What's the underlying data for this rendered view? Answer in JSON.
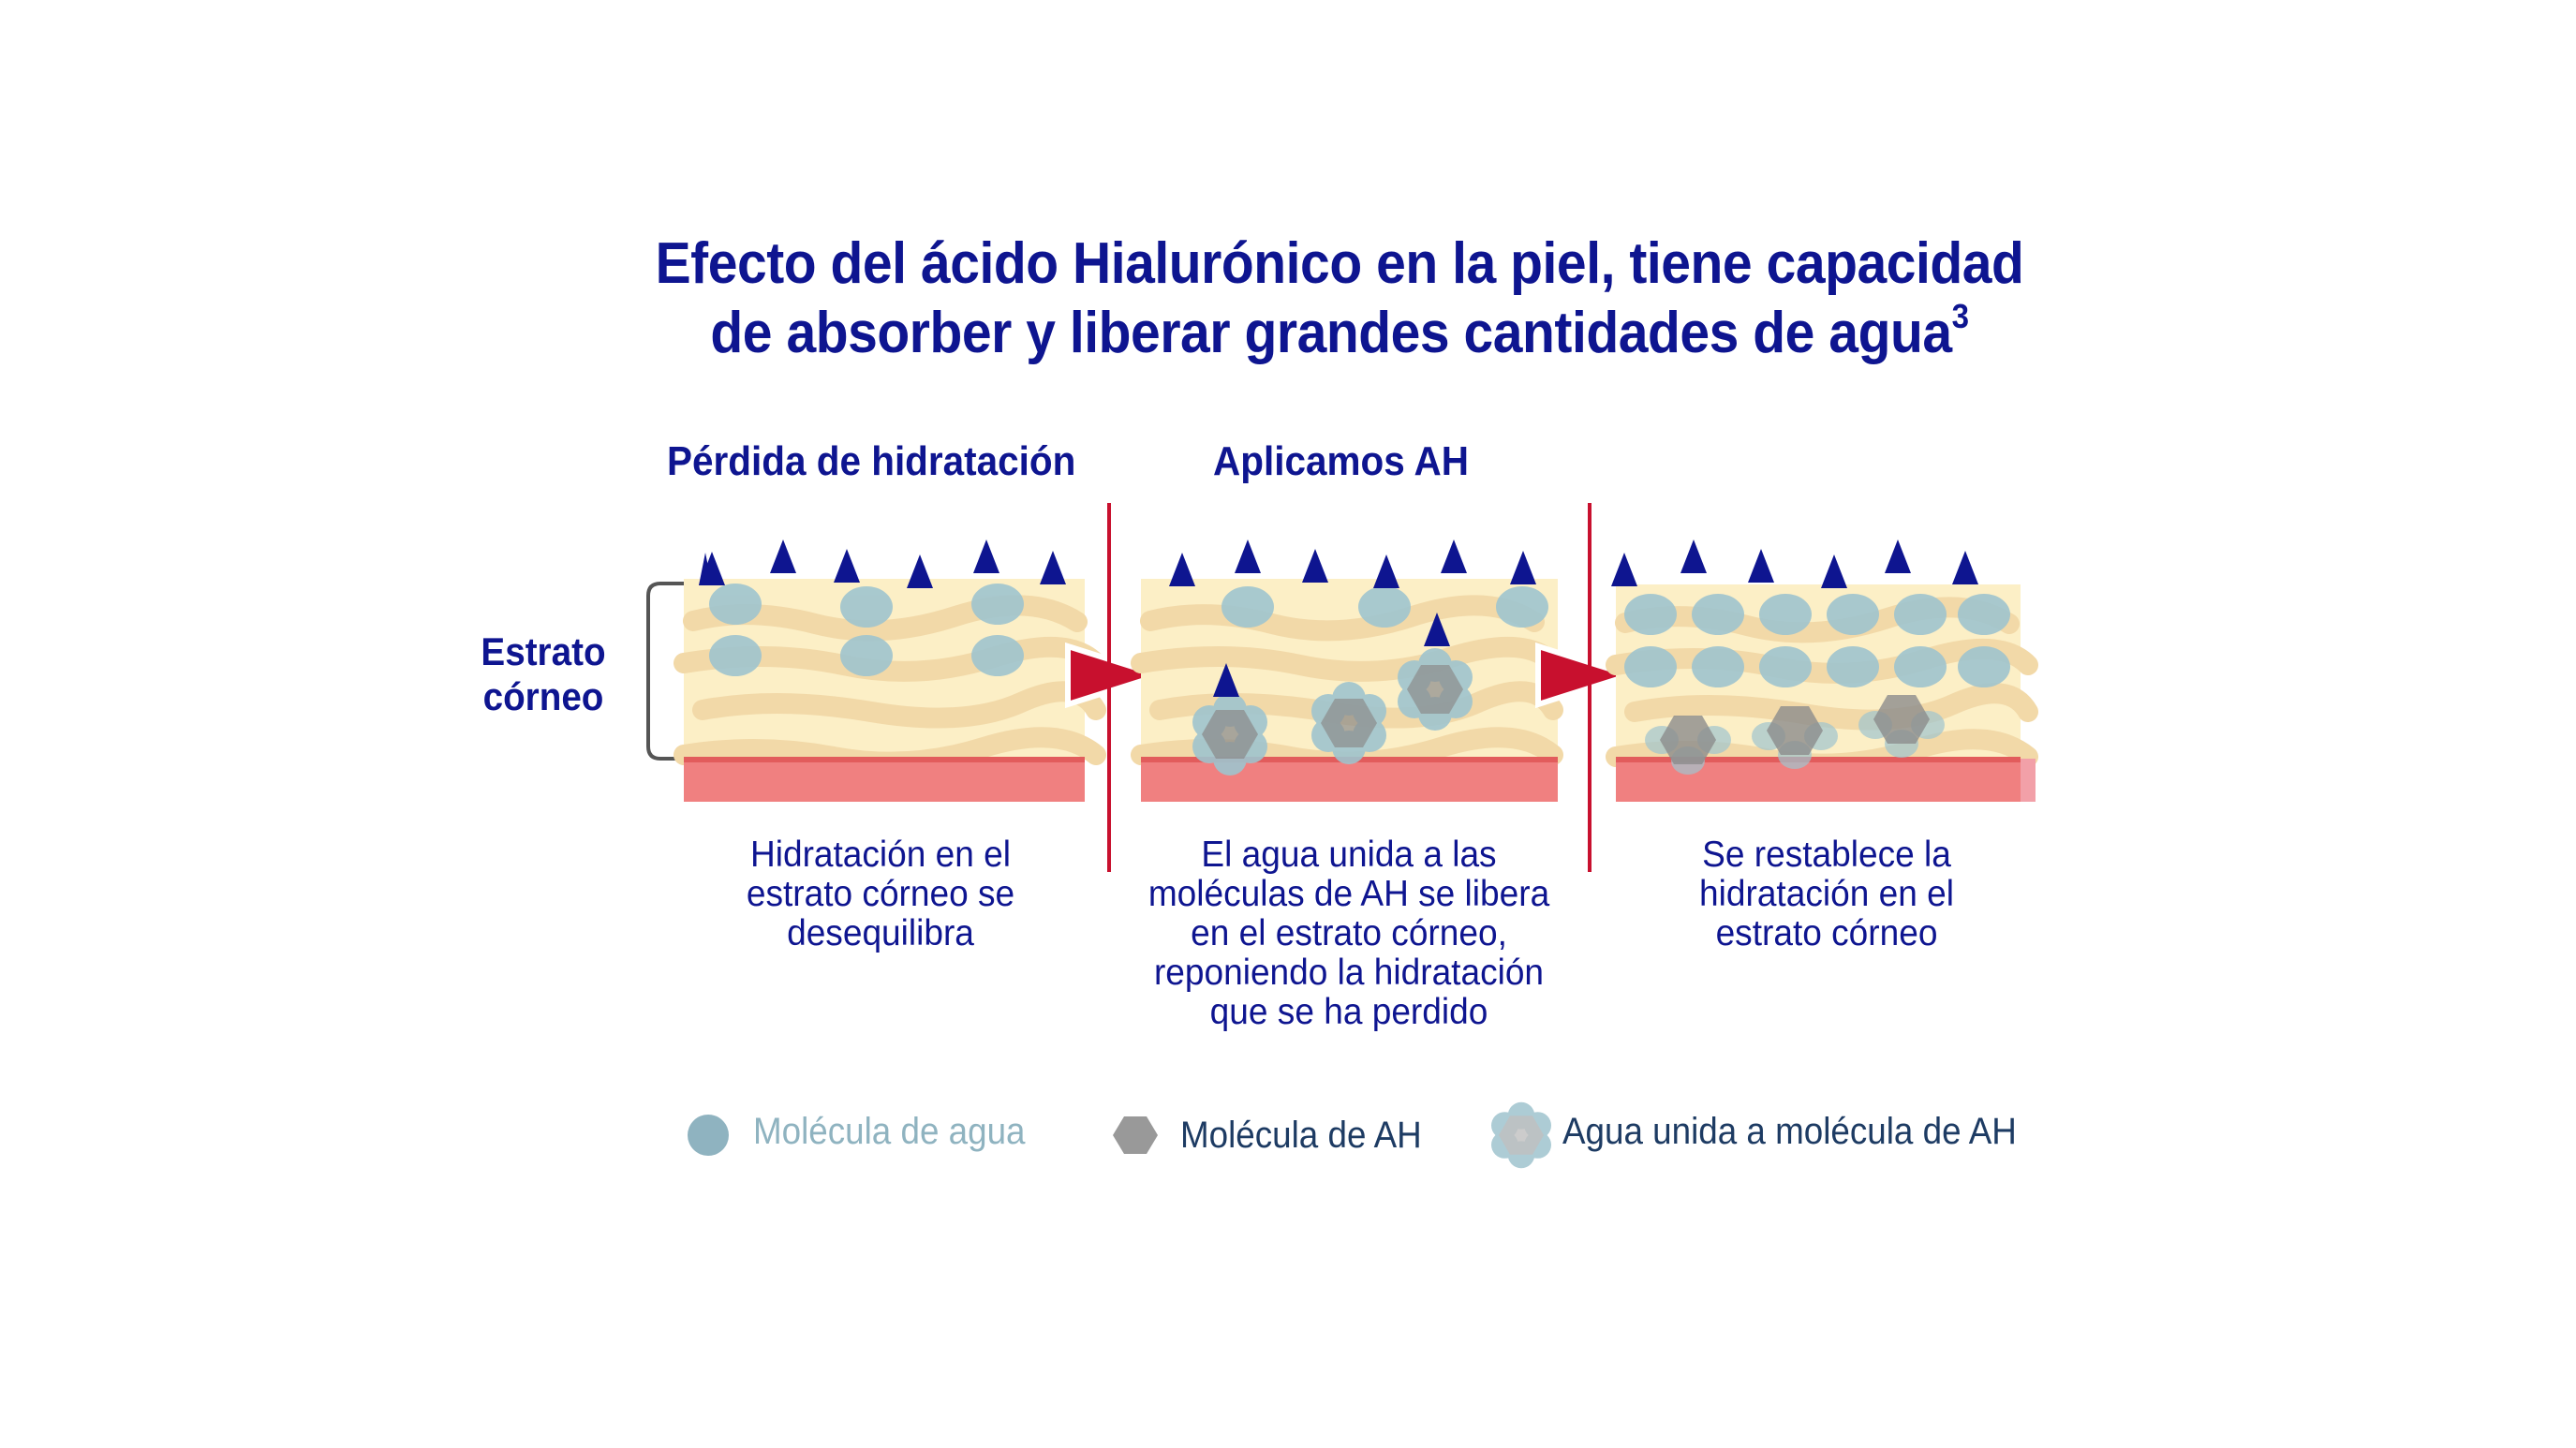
{
  "title": {
    "line1": "Efecto del ácido Hialurónico en la piel, tiene capacidad",
    "line2": "de absorber y liberar grandes cantidades de agua",
    "superscript": "3"
  },
  "side_label": {
    "line1": "Estrato",
    "line2": "córneo"
  },
  "panels": [
    {
      "heading": "Pérdida de hidratación",
      "caption": [
        "Hidratación en el",
        "estrato córneo se",
        "desequilibra"
      ]
    },
    {
      "heading": "Aplicamos AH",
      "caption": [
        "El agua unida a las",
        "moléculas de AH se libera",
        "en el estrato córneo,",
        "reponiendo la hidratación",
        "que se ha perdido"
      ]
    },
    {
      "heading": "",
      "caption": [
        "Se restablece la",
        "hidratación en el",
        "estrato córneo"
      ]
    }
  ],
  "legend": [
    {
      "label": "Molécula de agua",
      "icon": "water-molecule-icon",
      "color": "#8fb3c0"
    },
    {
      "label": "Molécula de AH",
      "icon": "ha-molecule-icon",
      "color": "#1d3b63"
    },
    {
      "label": "Agua unida a molécula de AH",
      "icon": "bound-water-icon",
      "color": "#1d3b63"
    }
  ],
  "colors": {
    "title": "#0e1590",
    "triangle": "#0e1590",
    "arrow": "#c8102e",
    "divider": "#c8102e",
    "skin": "#fcefc6",
    "cell": "#f2d9a8",
    "dermis": "#f08080",
    "water": "#9fc4ce",
    "ha": "#8c8c8c"
  }
}
